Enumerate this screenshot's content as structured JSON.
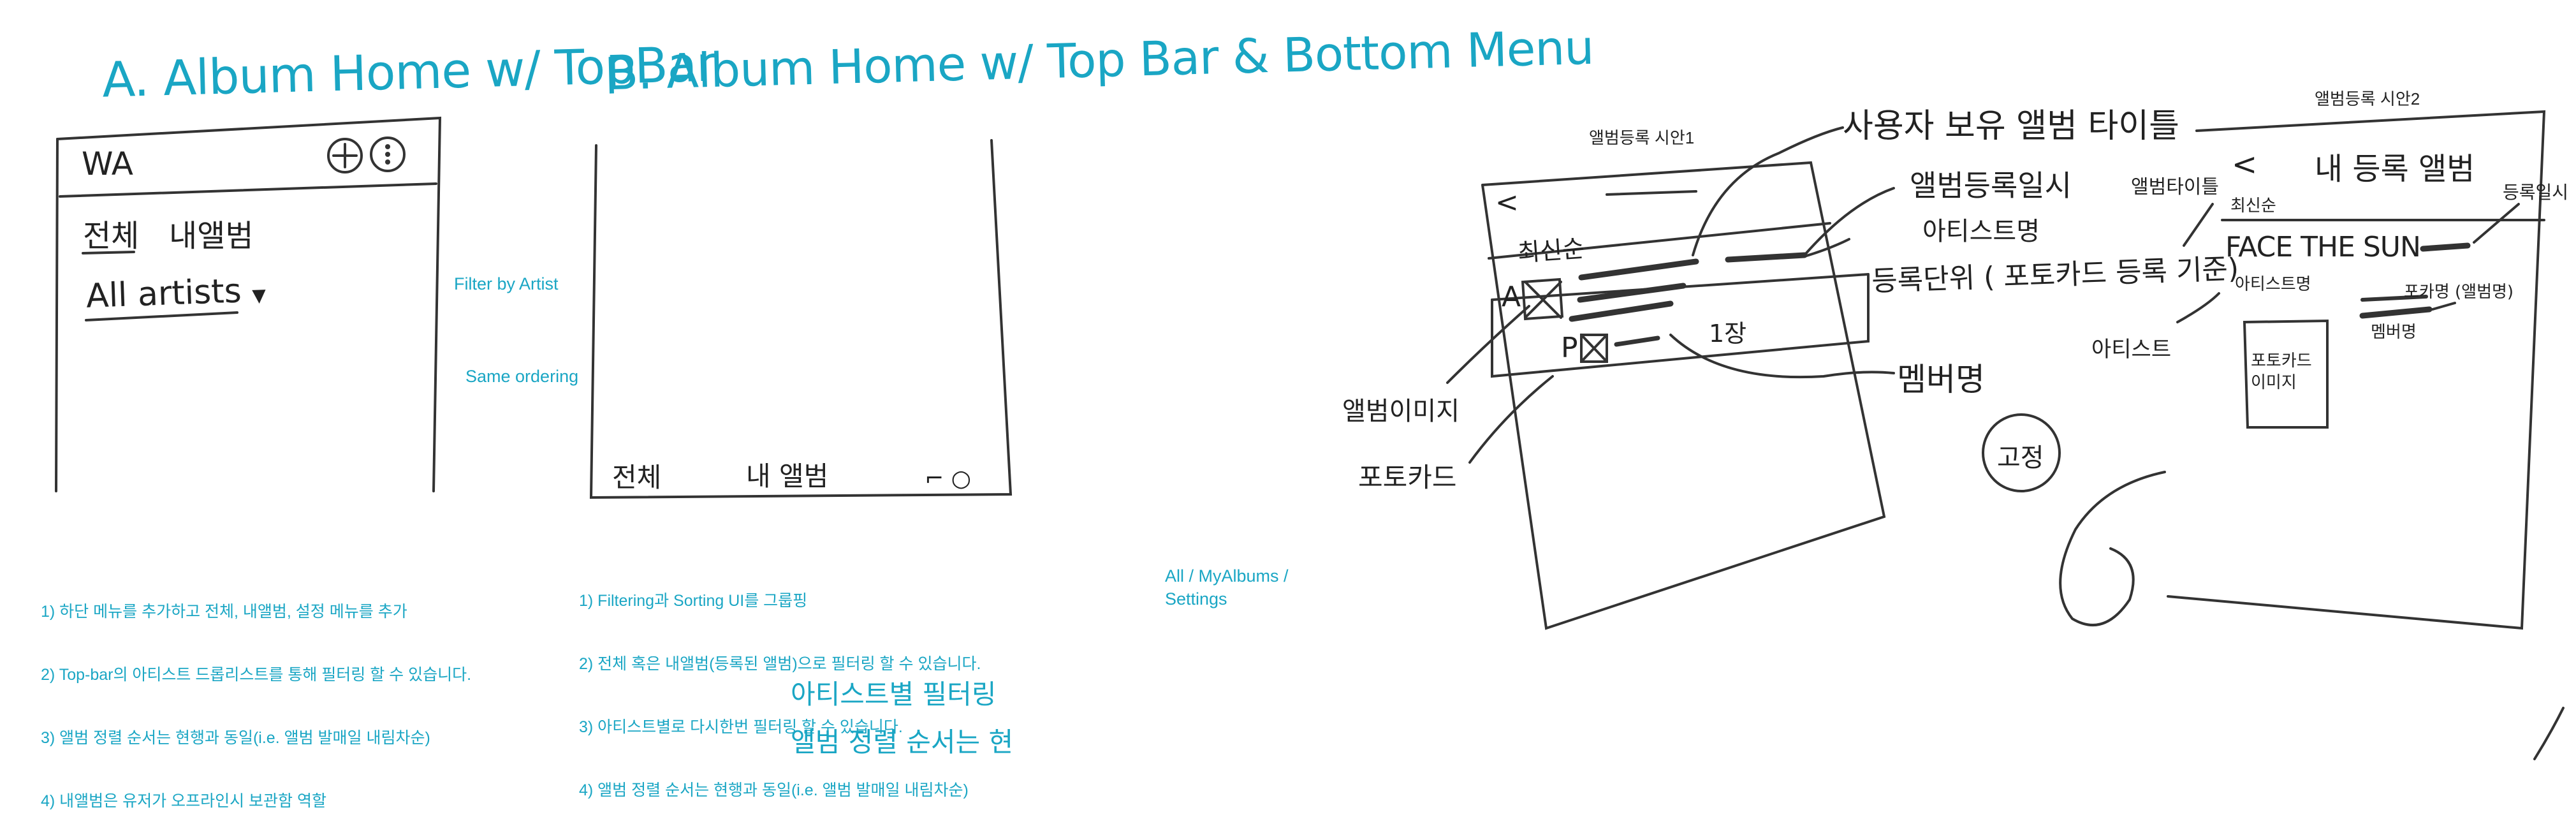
{
  "section_a": {
    "title": "A. Album Home w/ TopBar",
    "topbar_logo": "WA",
    "tab_all": "전체",
    "tab_myalbum": "내앨범",
    "artist_dropdown": "All artists",
    "caret": "▼"
  },
  "section_b": {
    "title": "B. Album Home w/ Top Bar & Bottom Menu",
    "bottom_all": "전체",
    "bottom_myalbum": "내 앨범",
    "bottom_settings": "⌐ ○"
  },
  "annotations": {
    "filter_by_artist": "Filter by Artist",
    "same_ordering": "Same ordering",
    "bottom_menu_items": [
      "All / MyAlbums /",
      "Settings"
    ]
  },
  "notes_a": [
    "1) 하단 메뉴를 추가하고 전체, 내앨범, 설정 메뉴를 추가",
    "2) Top-bar의 아티스트 드롭리스트를 통해 필터링 할 수 있습니다.",
    "3) 앨범 정렬 순서는 현행과 동일(i.e. 앨범 발매일 내림차순)",
    "4) 내앨범은 유저가 오프라인시 보관함 역할"
  ],
  "notes_b": [
    "1) Filtering과 Sorting UI를 그룹핑",
    "2) 전체 혹은 내앨범(등록된 앨범)으로 필터링 할 수 있습니다.",
    "3) 아티스트별로 다시한번 필터링 할 수 있습니다.",
    "4) 앨범 정렬 순서는 현행과 동일(i.e. 앨범 발매일 내림차순)"
  ],
  "handwritten_cyan": {
    "line1": "아티스트별 필터링",
    "line2": "앨범 정렬 순서는 현"
  },
  "variant1": {
    "label": "앨범등록 시안1",
    "back": "<",
    "sort": "최신순",
    "a_mark": "A",
    "p_mark": "P",
    "count": "1장",
    "callout_title": "사용자 보유 앨범 타이틀",
    "callout_date": "앨범등록일시",
    "callout_artist": "아티스트명",
    "callout_unit": "등록단위 ( 포토카드 등록 기준)",
    "callout_member": "멤버명",
    "callout_image": "앨범이미지",
    "callout_photocard": "포토카드",
    "circle": "고정"
  },
  "variant2": {
    "label": "앨범등록 시안2",
    "back": "<",
    "header": "내 등록 앨범",
    "sort": "최신순",
    "album_title_label": "앨범타이틀",
    "reg_date_label": "등록일시",
    "album_name": "FACE THE SUN",
    "artist_name": "아티스트명",
    "photocard_name": "포카명 (앨범명)",
    "member_name": "멤버명",
    "photocard_image": [
      "포토카드",
      "이미지"
    ],
    "artist_side": "아티스트"
  },
  "colors": {
    "accent": "#1aa6c4",
    "ink": "#222222"
  }
}
